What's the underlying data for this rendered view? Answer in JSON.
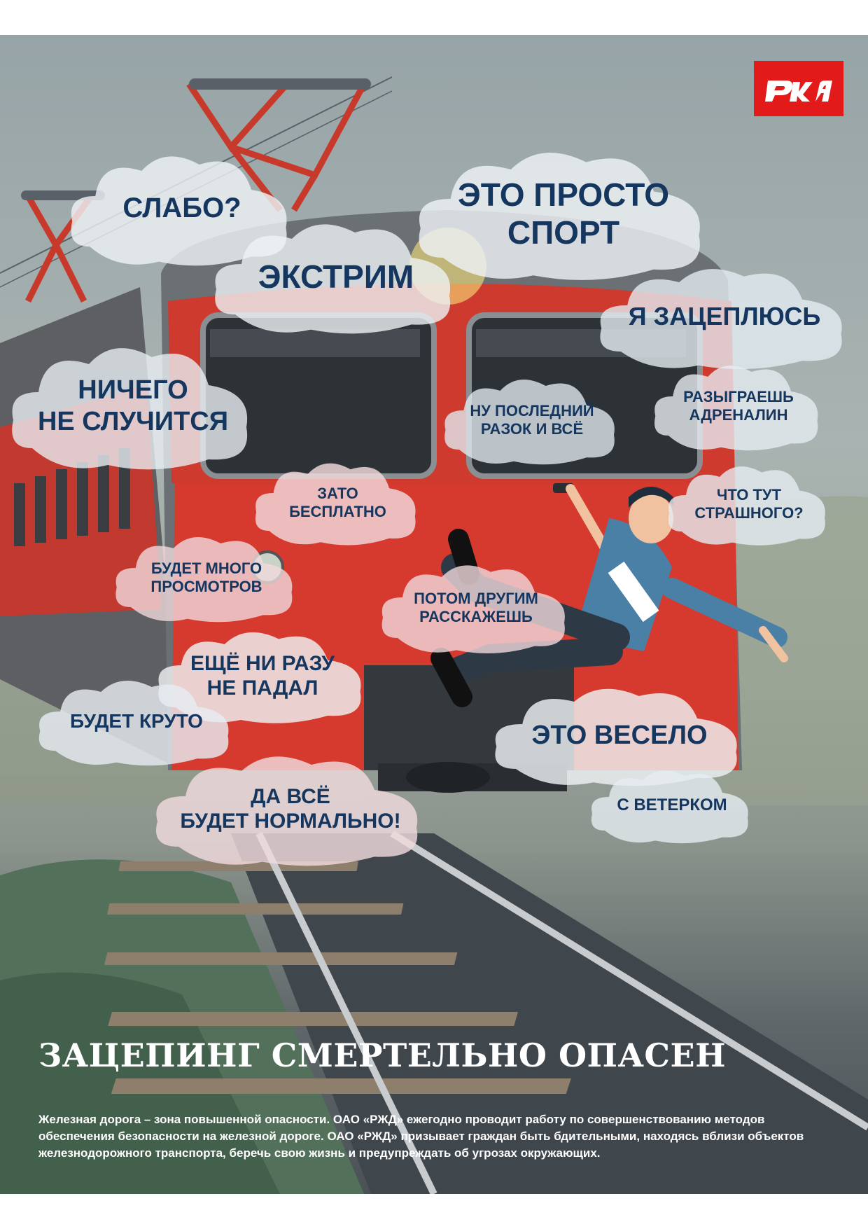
{
  "brand": {
    "logo_color": "#e21a1a",
    "logo_text": "РЖД"
  },
  "clouds": [
    {
      "text": "СЛАБО?"
    },
    {
      "text": "ЭТО ПРОСТО\nСПОРТ"
    },
    {
      "text": "ЭКСТРИМ"
    },
    {
      "text": "Я ЗАЦЕПЛЮСЬ"
    },
    {
      "text": "НИЧЕГО\nНЕ СЛУЧИТСЯ"
    },
    {
      "text": "НУ ПОСЛЕДНИЙ\nРАЗОК И ВСЁ"
    },
    {
      "text": "РАЗЫГРАЕШЬ\nАДРЕНАЛИН"
    },
    {
      "text": "ЗАТО\nБЕСПЛАТНО"
    },
    {
      "text": "ЧТО ТУТ\nСТРАШНОГО?"
    },
    {
      "text": "БУДЕТ МНОГО\nПРОСМОТРОВ"
    },
    {
      "text": "ПОТОМ ДРУГИМ\nРАССКАЖЕШЬ"
    },
    {
      "text": "ЕЩЁ НИ РАЗУ\nНЕ ПАДАЛ"
    },
    {
      "text": "БУДЕТ КРУТО"
    },
    {
      "text": "ЭТО ВЕСЕЛО"
    },
    {
      "text": "ДА ВСЁ\nБУДЕТ НОРМАЛЬНО!"
    },
    {
      "text": "С ВЕТЕРКОМ"
    }
  ],
  "headline": "ЗАЦЕПИНГ СМЕРТЕЛЬНО ОПАСЕН",
  "body": "Железная дорога – зона повышенной опасности. ОАО «РЖД» ежегодно проводит работу по совершенствованию методов обеспечения безопасности на железной дороге. ОАО «РЖД» призывает граждан быть бдительными, находясь вблизи объектов железнодорожного транспорта, беречь свою жизнь и предупреждать об угрозах окружающих.",
  "colors": {
    "train_red": "#d63a2e",
    "cloud_text": "#14365f",
    "sky": "#a9b3b1"
  }
}
